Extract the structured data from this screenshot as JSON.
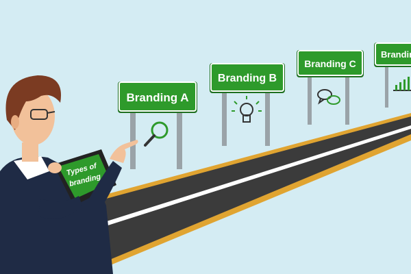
{
  "signs": [
    {
      "label": "Branding A",
      "icon": "magnifier-icon"
    },
    {
      "label": "Branding B",
      "icon": "lightbulb-icon"
    },
    {
      "label": "Branding C",
      "icon": "chat-bubbles-icon"
    },
    {
      "label": "Brandin",
      "icon": "bar-chart-icon"
    }
  ],
  "tablet": {
    "line1": "Types of",
    "line2": "branding"
  },
  "colors": {
    "sky": "#d4ecf3",
    "sign_green": "#2e9a2b",
    "road": "#3b3b3b",
    "road_edge": "#e0a431",
    "suit": "#1f2b45",
    "hair": "#7b3b22",
    "skin": "#f2c19a"
  }
}
